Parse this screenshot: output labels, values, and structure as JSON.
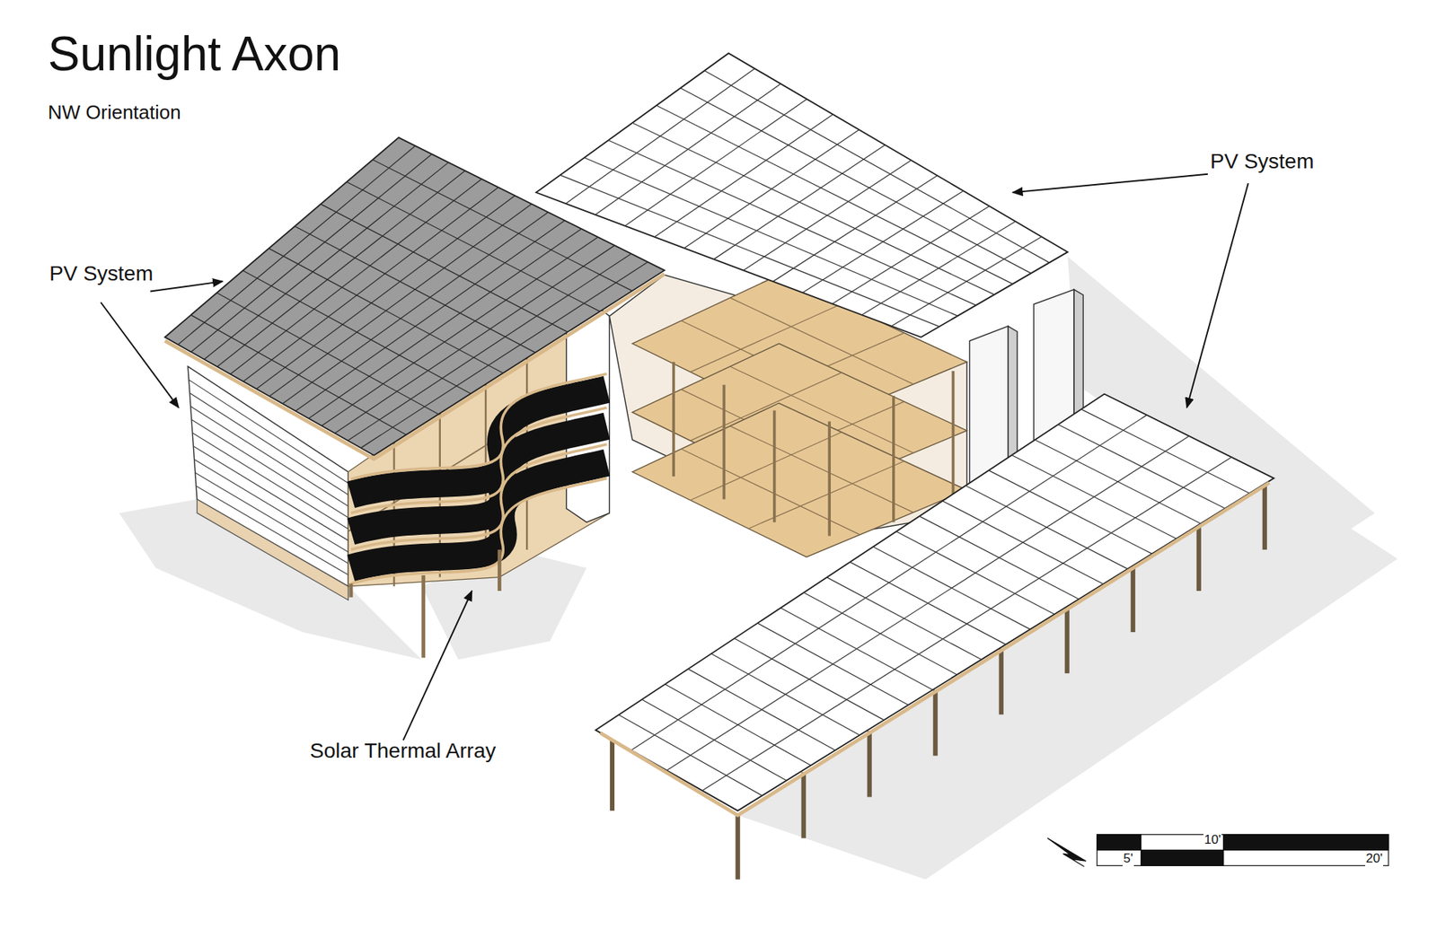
{
  "diagram": {
    "title": "Sunlight Axon",
    "caption": "NW Orientation",
    "labels": [
      "PV System",
      "PV System",
      "Solar Thermal Array",
      "10'",
      "5'",
      "20'"
    ]
  }
}
